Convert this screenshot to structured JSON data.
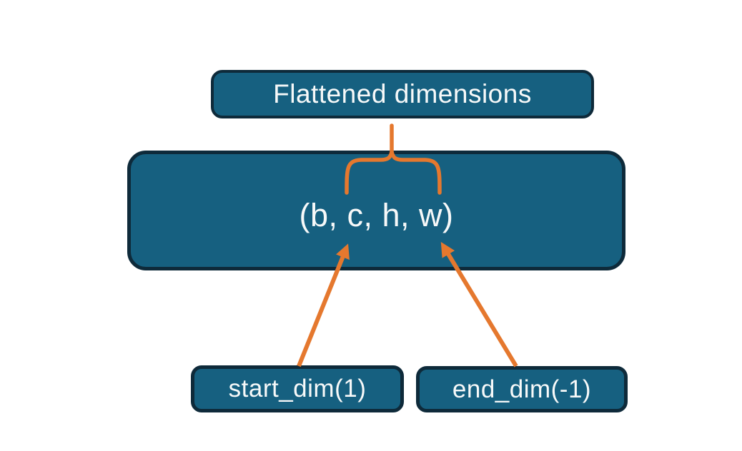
{
  "diagram": {
    "title_node": {
      "label": "Flattened dimensions"
    },
    "tensor_node": {
      "label": "(b, c, h, w)"
    },
    "start_dim_node": {
      "label": "start_dim(1)"
    },
    "end_dim_node": {
      "label": "end_dim(-1)"
    },
    "connectors": {
      "brace": "brace-grouping-c-h-w",
      "start_arrow": "start-dim-to-c",
      "end_arrow": "end-dim-to-w"
    }
  },
  "colors": {
    "background": "#ffffff",
    "box_fill": "#166080",
    "box_border": "#0e2a3a",
    "arrow": "#e5782e",
    "text": "#f7f9f9"
  }
}
